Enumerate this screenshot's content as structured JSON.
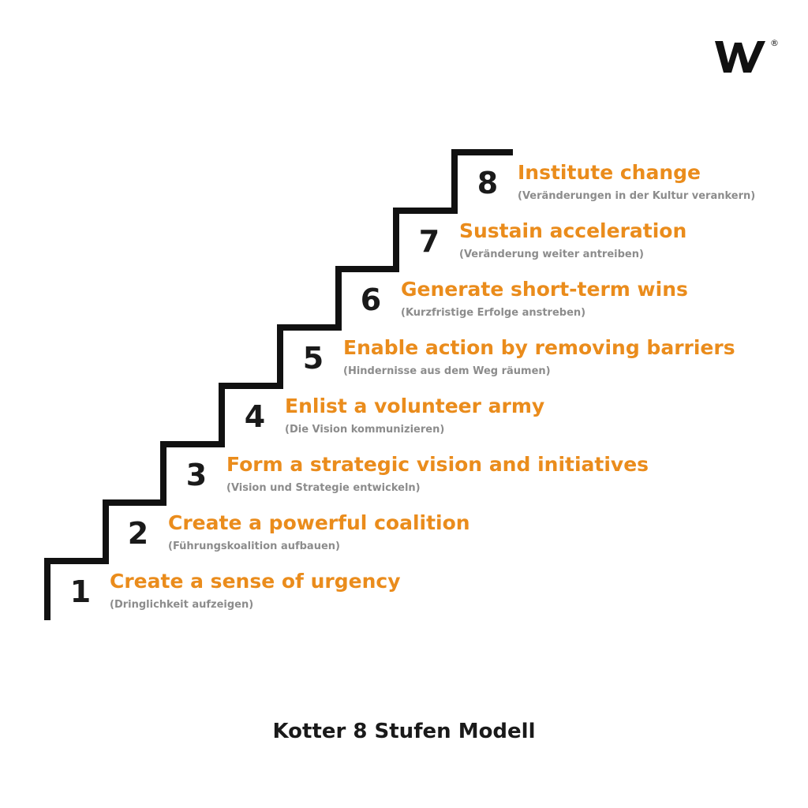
{
  "brand": {
    "logo_letter": "W",
    "registered_mark": "®"
  },
  "caption": "Kotter 8 Stufen Modell",
  "steps": [
    {
      "number": "1",
      "title": "Create a sense of urgency",
      "subtitle": "(Dringlichkeit aufzeigen)"
    },
    {
      "number": "2",
      "title": "Create a powerful coalition",
      "subtitle": "(Führungskoalition aufbauen)"
    },
    {
      "number": "3",
      "title": "Form a strategic vision and initiatives",
      "subtitle": "(Vision und Strategie entwickeln)"
    },
    {
      "number": "4",
      "title": "Enlist a volunteer army",
      "subtitle": "(Die Vision kommunizieren)"
    },
    {
      "number": "5",
      "title": "Enable action by removing barriers",
      "subtitle": "(Hindernisse aus dem Weg räumen)"
    },
    {
      "number": "6",
      "title": "Generate short-term wins",
      "subtitle": "(Kurzfristige Erfolge anstreben)"
    },
    {
      "number": "7",
      "title": "Sustain acceleration",
      "subtitle": "(Veränderung weiter antreiben)"
    },
    {
      "number": "8",
      "title": "Institute change",
      "subtitle": "(Veränderungen in der Kultur verankern)"
    }
  ],
  "colors": {
    "title": "#ea8c1c",
    "subtitle": "#8c8c8c",
    "number": "#1a1a1a",
    "stairs": "#111111"
  }
}
